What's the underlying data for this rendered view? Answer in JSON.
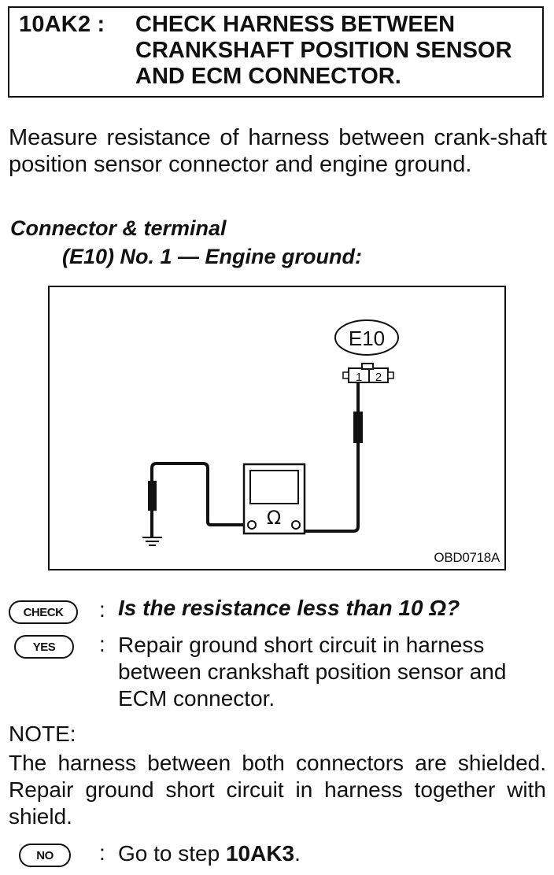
{
  "header": {
    "step_code": "10AK2 :",
    "title_lines": [
      "CHECK HARNESS BETWEEN",
      "CRANKSHAFT POSITION SENSOR",
      "AND ECM CONNECTOR."
    ]
  },
  "intro": "Measure resistance of harness between crank-shaft position sensor connector and engine ground.",
  "connector": {
    "heading": "Connector & terminal",
    "detail": "(E10) No. 1 — Engine ground:"
  },
  "figure": {
    "connector_label": "E10",
    "pins": [
      "1",
      "2"
    ],
    "meter_symbol": "Ω",
    "code": "OBD0718A"
  },
  "check": {
    "badge": "CHECK",
    "colon": ":",
    "question": "Is the resistance less than 10 Ω?"
  },
  "yes": {
    "badge": "YES",
    "colon": ":",
    "lines": [
      "Repair ground short circuit in harness",
      "between crankshaft position sensor and",
      "ECM connector."
    ]
  },
  "note": {
    "label": "NOTE:",
    "text": "The harness between both connectors are shielded. Repair ground short circuit in harness together with shield."
  },
  "no": {
    "badge": "NO",
    "colon": ":",
    "prefix": "Go to step ",
    "step_ref": "10AK3",
    "suffix": "."
  }
}
